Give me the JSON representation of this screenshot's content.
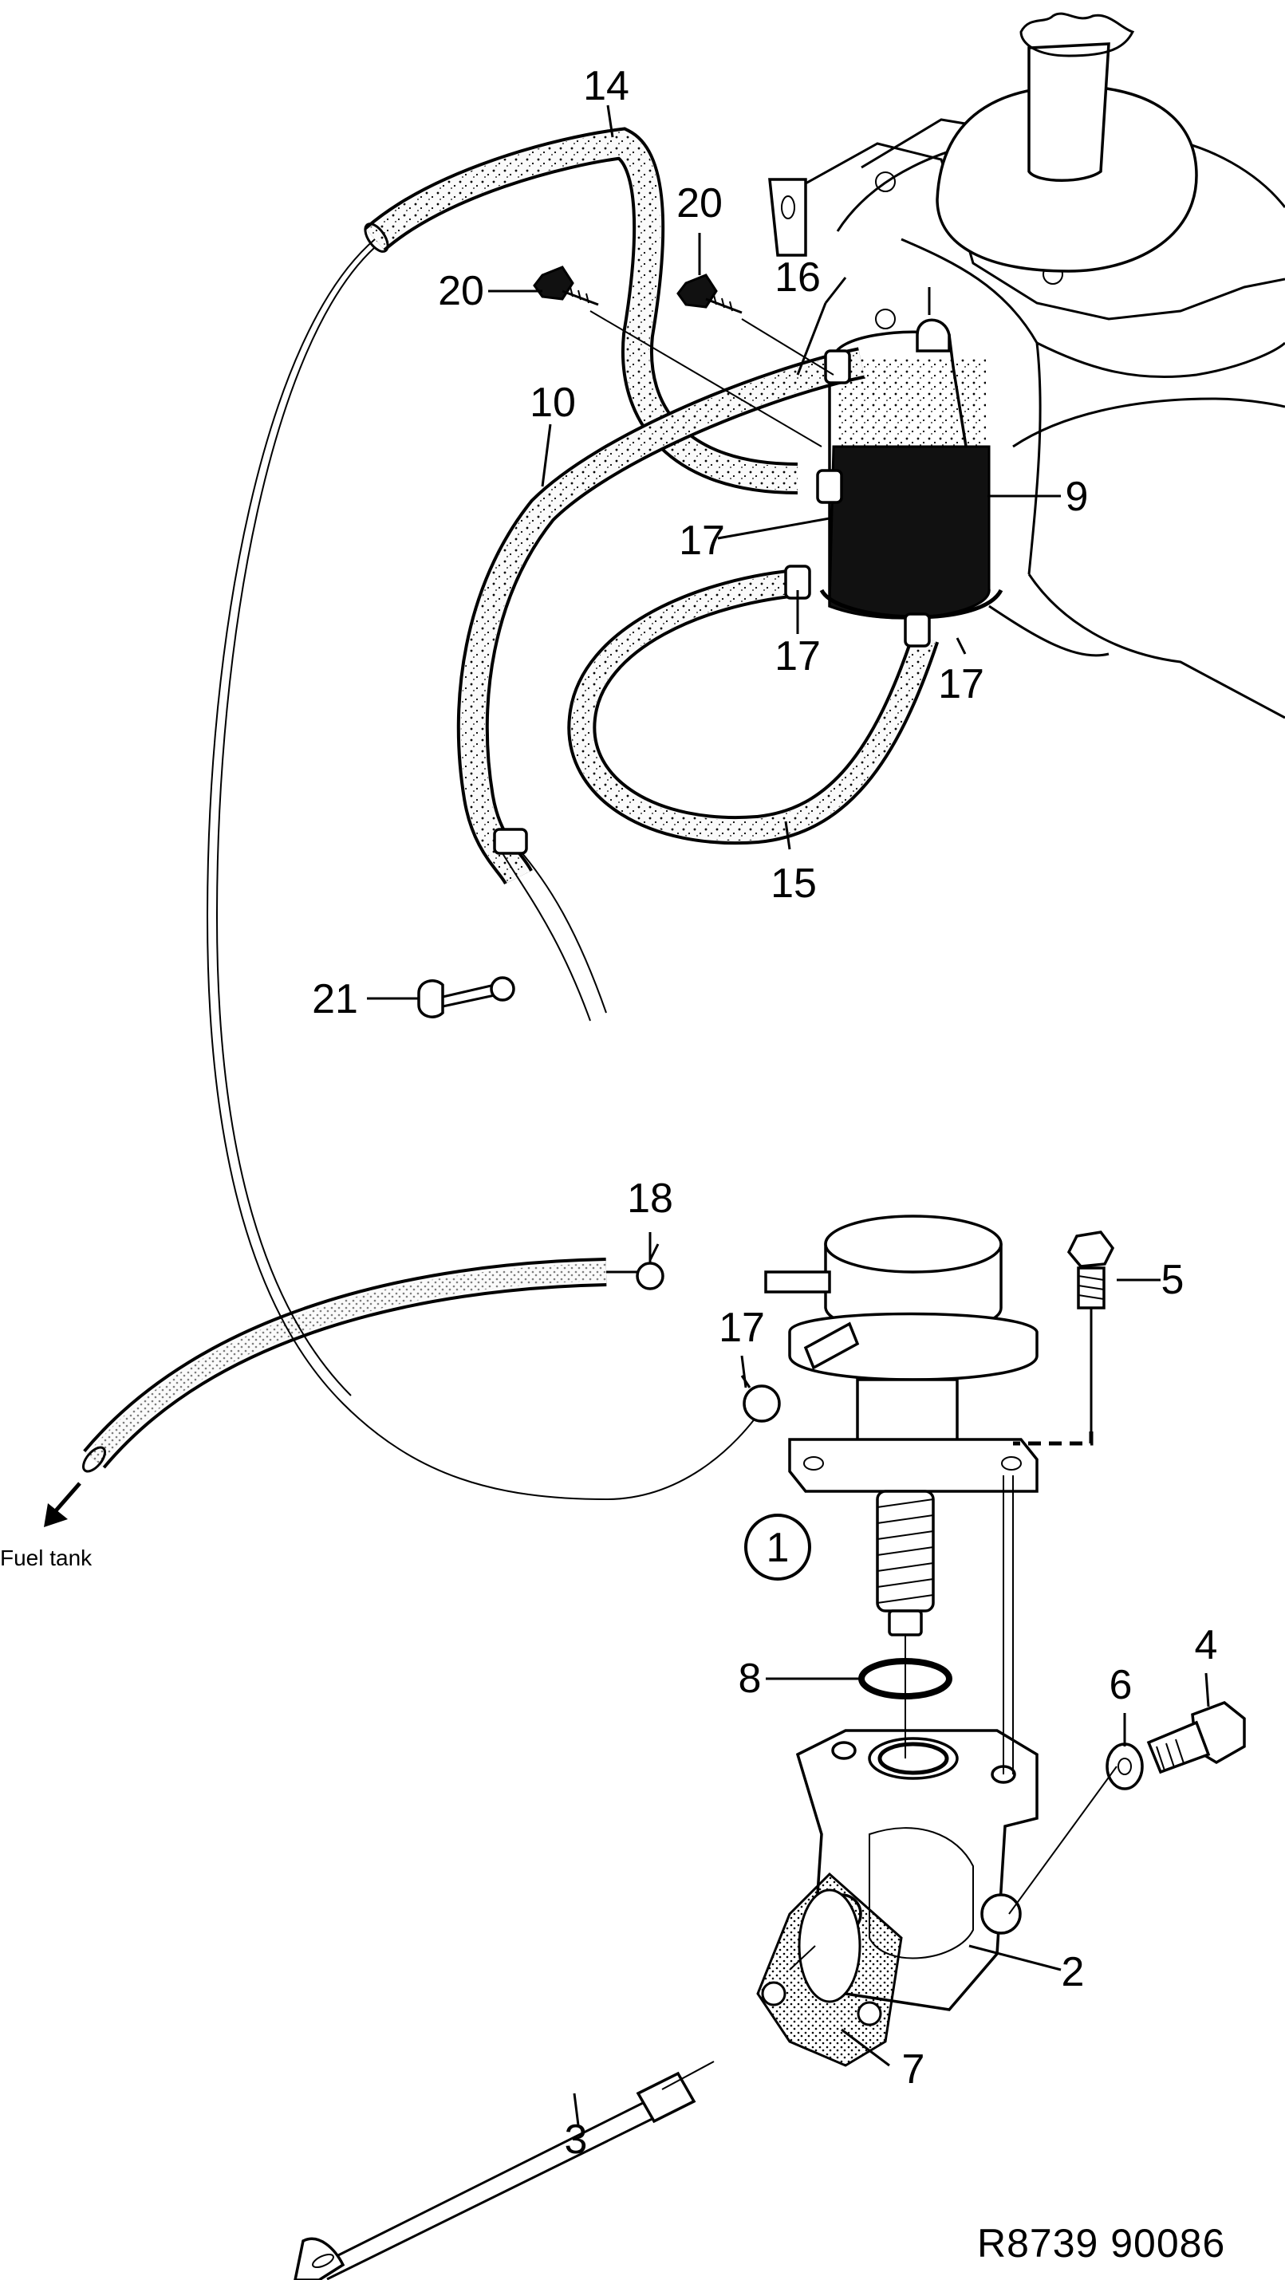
{
  "callouts": {
    "c14": "14",
    "c20a": "20",
    "c20b": "20",
    "c16": "16",
    "c10": "10",
    "c9": "9",
    "c17a": "17",
    "c17b": "17",
    "c17c": "17",
    "c15": "15",
    "c21": "21",
    "c18": "18",
    "c17d": "17",
    "c5": "5",
    "c1": "1",
    "c8": "8",
    "c6": "6",
    "c4": "4",
    "c2": "2",
    "c7": "7",
    "c3": "3"
  },
  "fuel_tank_label": "Fuel tank",
  "drawing_code": "R8739  90086"
}
